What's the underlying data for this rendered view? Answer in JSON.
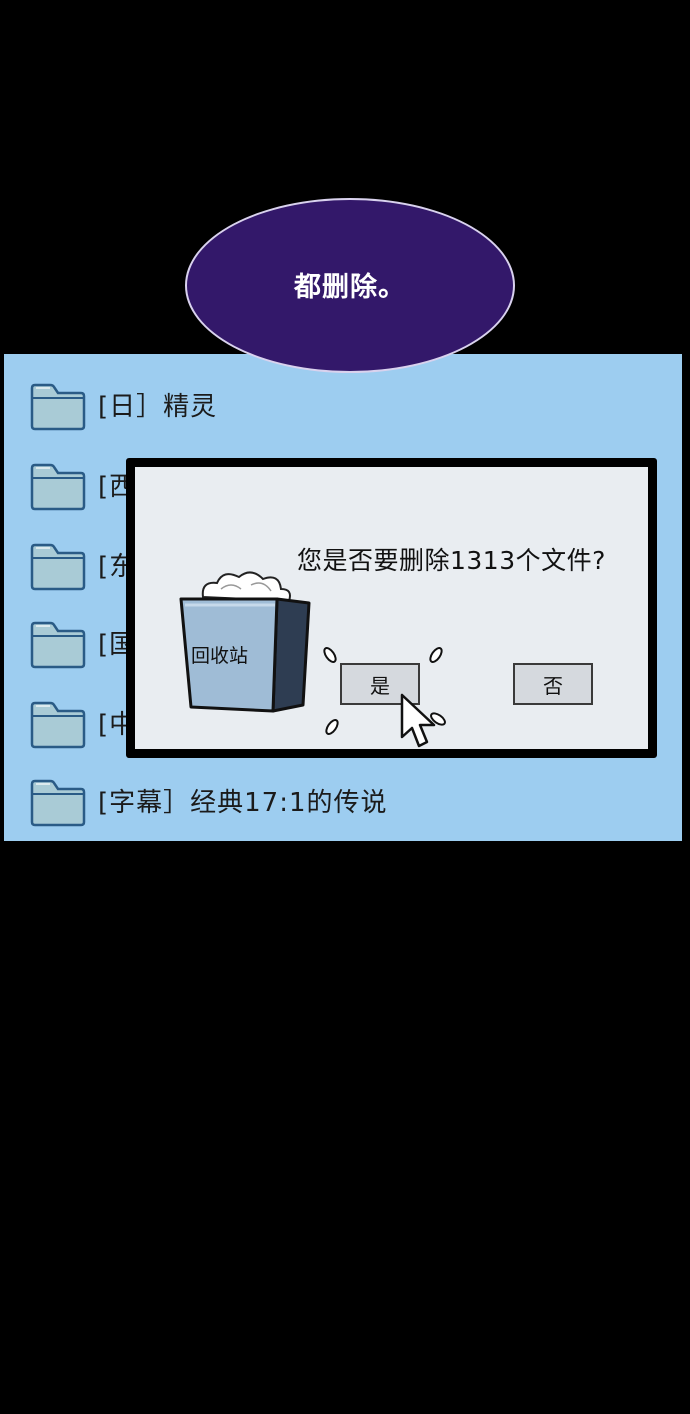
{
  "speech_bubble": {
    "text": "都删除。"
  },
  "folder_list": {
    "items": [
      {
        "label": "[日］精灵"
      },
      {
        "label": "[西"
      },
      {
        "label": "[东"
      },
      {
        "label": "[国"
      },
      {
        "label": "[中"
      },
      {
        "label": "[字幕］经典17:1的传说"
      }
    ]
  },
  "dialog": {
    "message": "您是否要删除1313个文件?",
    "recycle_bin_label": "回收站",
    "yes_label": "是",
    "no_label": "否"
  },
  "icons": {
    "folder": "folder-icon",
    "recycle_bin": "recycle-bin-icon",
    "cursor": "mouse-pointer-icon"
  },
  "colors": {
    "panel_background": "#9dcdf0",
    "bubble_fill": "#33186a",
    "dialog_background": "#e9edf1",
    "folder_fill": "#a9cbd6",
    "folder_stroke": "#2a5b86"
  }
}
